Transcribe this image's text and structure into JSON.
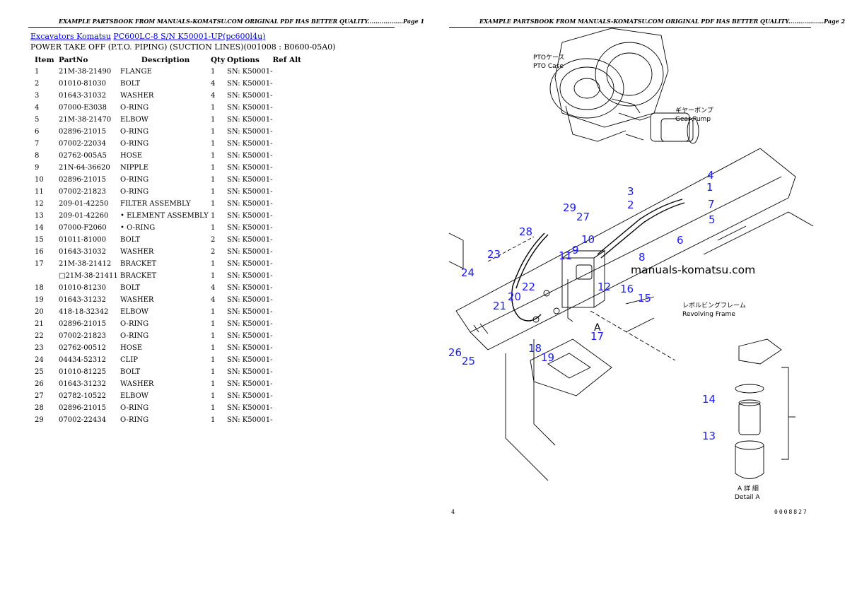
{
  "page1": {
    "header": "EXAMPLE PARTSBOOK FROM MANUALS-KOMATSU.COM ORIGINAL PDF HAS BETTER QUALITY..................Page 1",
    "breadcrumb": {
      "link1": "Excavators Komatsu",
      "link2": "PC600LC-8 S/N K50001-UP(pc600l4u)"
    },
    "subtitle": "POWER TAKE OFF (P.T.O. PIPING) (SUCTION LINES)(001008 : B0600-05A0)",
    "columns": {
      "item": "Item",
      "part": "PartNo",
      "desc": "Description",
      "qty": "Qty",
      "opt": "Options",
      "ref": "Ref Alt"
    },
    "rows": [
      {
        "item": "1",
        "part": "21M-38-21490",
        "desc": "FLANGE",
        "qty": "1",
        "opt": "SN: K50001-"
      },
      {
        "item": "2",
        "part": "01010-81030",
        "desc": "BOLT",
        "qty": "4",
        "opt": "SN: K50001-"
      },
      {
        "item": "3",
        "part": "01643-31032",
        "desc": "WASHER",
        "qty": "4",
        "opt": "SN: K50001-"
      },
      {
        "item": "4",
        "part": "07000-E3038",
        "desc": "O-RING",
        "qty": "1",
        "opt": "SN: K50001-"
      },
      {
        "item": "5",
        "part": "21M-38-21470",
        "desc": "ELBOW",
        "qty": "1",
        "opt": "SN: K50001-"
      },
      {
        "item": "6",
        "part": "02896-21015",
        "desc": "O-RING",
        "qty": "1",
        "opt": "SN: K50001-"
      },
      {
        "item": "7",
        "part": "07002-22034",
        "desc": "O-RING",
        "qty": "1",
        "opt": "SN: K50001-"
      },
      {
        "item": "8",
        "part": "02762-005A5",
        "desc": "HOSE",
        "qty": "1",
        "opt": "SN: K50001-"
      },
      {
        "item": "9",
        "part": "21N-64-36620",
        "desc": "NIPPLE",
        "qty": "1",
        "opt": "SN: K50001-"
      },
      {
        "item": "10",
        "part": "02896-21015",
        "desc": "O-RING",
        "qty": "1",
        "opt": "SN: K50001-"
      },
      {
        "item": "11",
        "part": "07002-21823",
        "desc": "O-RING",
        "qty": "1",
        "opt": "SN: K50001-"
      },
      {
        "item": "12",
        "part": "209-01-42250",
        "desc": "FILTER ASSEMBLY",
        "qty": "1",
        "opt": "SN: K50001-"
      },
      {
        "item": "13",
        "part": "209-01-42260",
        "desc": "• ELEMENT ASSEMBLY",
        "qty": "1",
        "opt": "SN: K50001-"
      },
      {
        "item": "14",
        "part": "07000-F2060",
        "desc": "• O-RING",
        "qty": "1",
        "opt": "SN: K50001-"
      },
      {
        "item": "15",
        "part": "01011-81000",
        "desc": "BOLT",
        "qty": "2",
        "opt": "SN: K50001-"
      },
      {
        "item": "16",
        "part": "01643-31032",
        "desc": "WASHER",
        "qty": "2",
        "opt": "SN: K50001-"
      },
      {
        "item": "17",
        "part": "21M-38-21412",
        "desc": "BRACKET",
        "qty": "1",
        "opt": "SN: K50001-"
      },
      {
        "item": "",
        "part": "□21M-38-21411",
        "desc": "BRACKET",
        "qty": "1",
        "opt": "SN: K50001-"
      },
      {
        "item": "18",
        "part": "01010-81230",
        "desc": "BOLT",
        "qty": "4",
        "opt": "SN: K50001-"
      },
      {
        "item": "19",
        "part": "01643-31232",
        "desc": "WASHER",
        "qty": "4",
        "opt": "SN: K50001-"
      },
      {
        "item": "20",
        "part": "418-18-32342",
        "desc": "ELBOW",
        "qty": "1",
        "opt": "SN: K50001-"
      },
      {
        "item": "21",
        "part": "02896-21015",
        "desc": "O-RING",
        "qty": "1",
        "opt": "SN: K50001-"
      },
      {
        "item": "22",
        "part": "07002-21823",
        "desc": "O-RING",
        "qty": "1",
        "opt": "SN: K50001-"
      },
      {
        "item": "23",
        "part": "02762-00512",
        "desc": "HOSE",
        "qty": "1",
        "opt": "SN: K50001-"
      },
      {
        "item": "24",
        "part": "04434-52312",
        "desc": "CLIP",
        "qty": "1",
        "opt": "SN: K50001-"
      },
      {
        "item": "25",
        "part": "01010-81225",
        "desc": "BOLT",
        "qty": "1",
        "opt": "SN: K50001-"
      },
      {
        "item": "26",
        "part": "01643-31232",
        "desc": "WASHER",
        "qty": "1",
        "opt": "SN: K50001-"
      },
      {
        "item": "27",
        "part": "02782-10522",
        "desc": "ELBOW",
        "qty": "1",
        "opt": "SN: K50001-"
      },
      {
        "item": "28",
        "part": "02896-21015",
        "desc": "O-RING",
        "qty": "1",
        "opt": "SN: K50001-"
      },
      {
        "item": "29",
        "part": "07002-22434",
        "desc": "O-RING",
        "qty": "1",
        "opt": "SN: K50001-"
      }
    ]
  },
  "page2": {
    "header": "EXAMPLE PARTSBOOK FROM MANUALS-KOMATSU.COM ORIGINAL PDF HAS BETTER QUALITY..................Page 2",
    "watermark": "manuals-komatsu.com",
    "diagram_labels": {
      "pto_jp": "PTOケース",
      "pto_en": "PTO Case",
      "pump_jp": "ギヤーポンプ",
      "pump_en": "Gear Pump",
      "frame_jp": "レボルビングフレーム",
      "frame_en": "Revolving Frame",
      "detail_jp": "A 詳 細",
      "detail_en": "Detail A",
      "view_a": "A"
    },
    "callouts": [
      "1",
      "2",
      "3",
      "4",
      "5",
      "6",
      "7",
      "8",
      "9",
      "10",
      "11",
      "12",
      "13",
      "14",
      "15",
      "16",
      "17",
      "18",
      "19",
      "20",
      "21",
      "22",
      "23",
      "24",
      "25",
      "26",
      "27",
      "28",
      "29"
    ],
    "footer_left": "4",
    "footer_right": "0008827"
  },
  "colors": {
    "link": "#0000ee",
    "callout": "#1a1aff"
  }
}
